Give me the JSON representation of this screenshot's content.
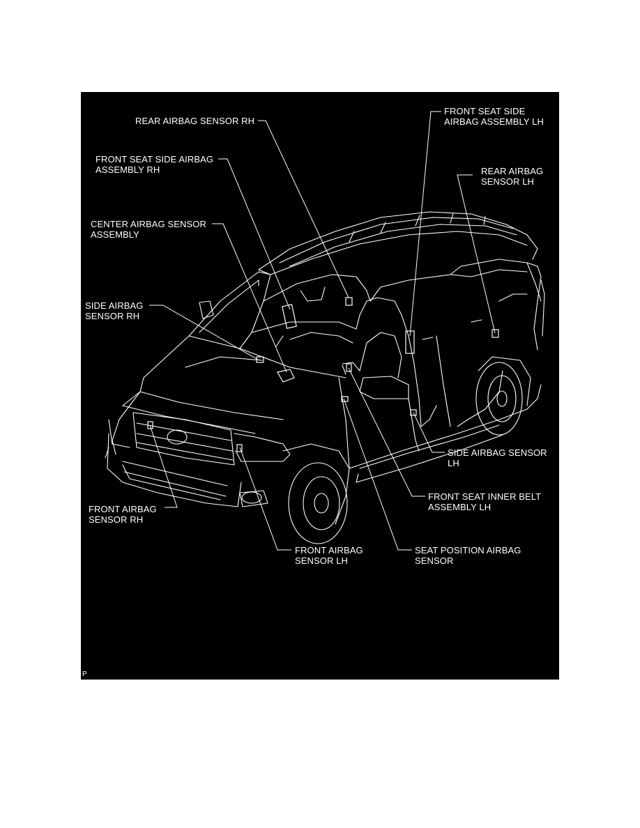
{
  "diagram": {
    "colors": {
      "background": "#000000",
      "ink": "#ffffff",
      "page": "#ffffff"
    },
    "labels": {
      "rear_airbag_sensor_rh": [
        "REAR AIRBAG SENSOR RH"
      ],
      "front_seat_side_airbag_rh": [
        "FRONT SEAT SIDE AIRBAG",
        "ASSEMBLY RH"
      ],
      "center_airbag_sensor": [
        "CENTER AIRBAG SENSOR",
        "ASSEMBLY"
      ],
      "side_airbag_sensor_rh": [
        "SIDE AIRBAG",
        "SENSOR RH"
      ],
      "front_seat_side_airbag_lh": [
        "FRONT SEAT SIDE",
        "AIRBAG ASSEMBLY LH"
      ],
      "rear_airbag_sensor_lh": [
        "REAR AIRBAG",
        "SENSOR LH"
      ],
      "side_airbag_sensor_lh": [
        "SIDE AIRBAG SENSOR",
        "LH"
      ],
      "front_seat_inner_belt_lh": [
        "FRONT SEAT INNER BELT",
        "ASSEMBLY LH"
      ],
      "seat_position_airbag_sensor": [
        "SEAT POSITION AIRBAG",
        "SENSOR"
      ],
      "front_airbag_sensor_lh": [
        "FRONT AIRBAG",
        "SENSOR LH"
      ],
      "front_airbag_sensor_rh": [
        "FRONT AIRBAG",
        "SENSOR RH"
      ]
    },
    "figure_code": "P"
  }
}
